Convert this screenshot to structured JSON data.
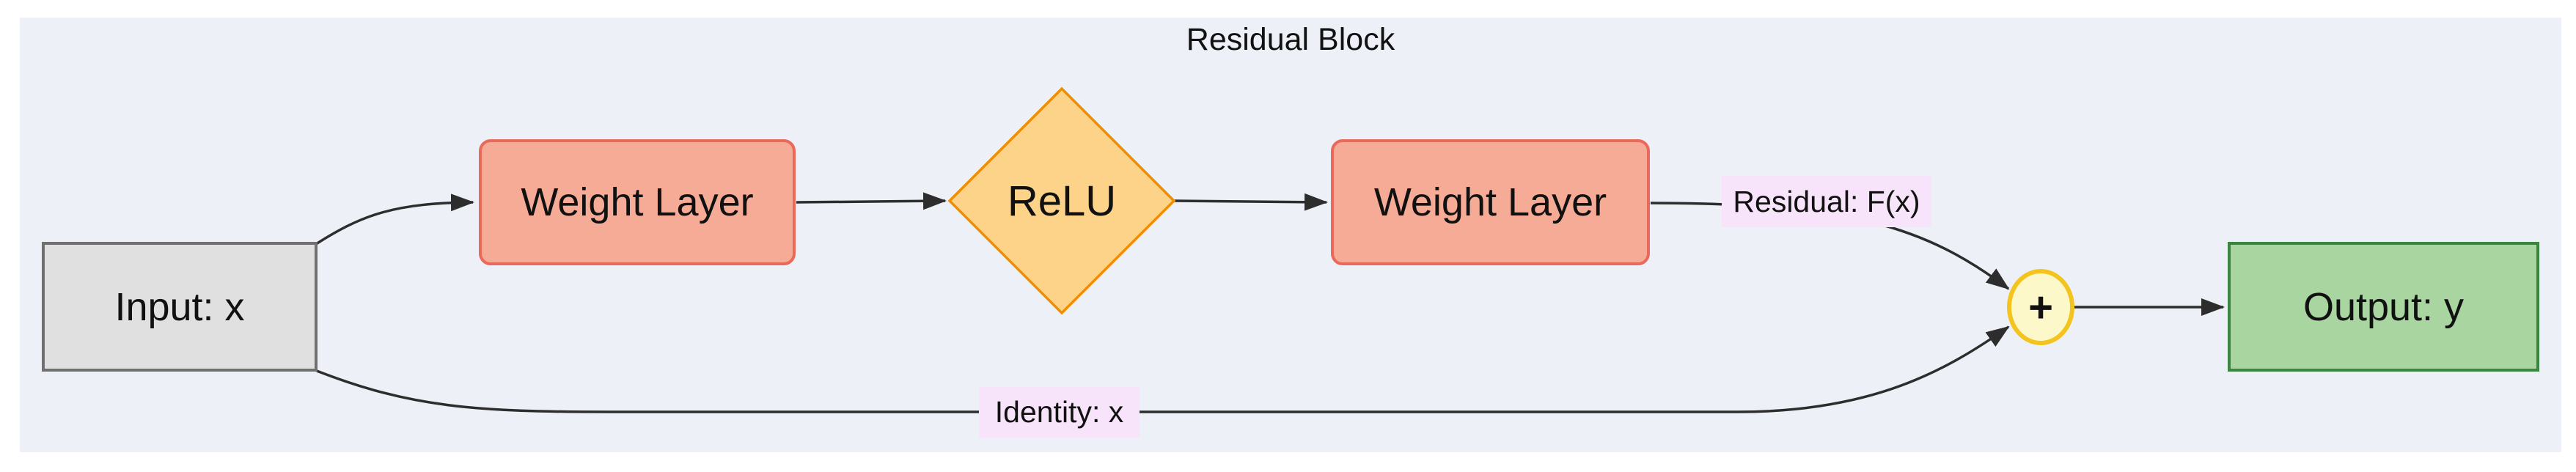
{
  "diagram": {
    "title": "Residual Block",
    "nodes": {
      "input": {
        "label": "Input: x"
      },
      "weight_layer_1": {
        "label": "Weight Layer"
      },
      "relu": {
        "label": "ReLU"
      },
      "weight_layer_2": {
        "label": "Weight Layer"
      },
      "plus": {
        "label": "+"
      },
      "output": {
        "label": "Output: y"
      }
    },
    "edge_labels": {
      "residual": "Residual: F(x)",
      "identity": "Identity: x"
    }
  },
  "colors": {
    "canvasBg": "#ffffff",
    "panelBg": "#edf1f7",
    "inputFill": "#e0e0e0",
    "inputBorder": "#707070",
    "weightFill": "#f6ab96",
    "weightBorder": "#e9695a",
    "reluFill": "#fcd389",
    "reluBorder": "#f08e00",
    "plusFill": "#fdf8ca",
    "plusBorder": "#f2c41d",
    "outputFill": "#a8d5a0",
    "outputBorder": "#3a8540",
    "labelBg": "#f8e4fa",
    "edge": "#2d2d2d",
    "text": "#111111"
  }
}
